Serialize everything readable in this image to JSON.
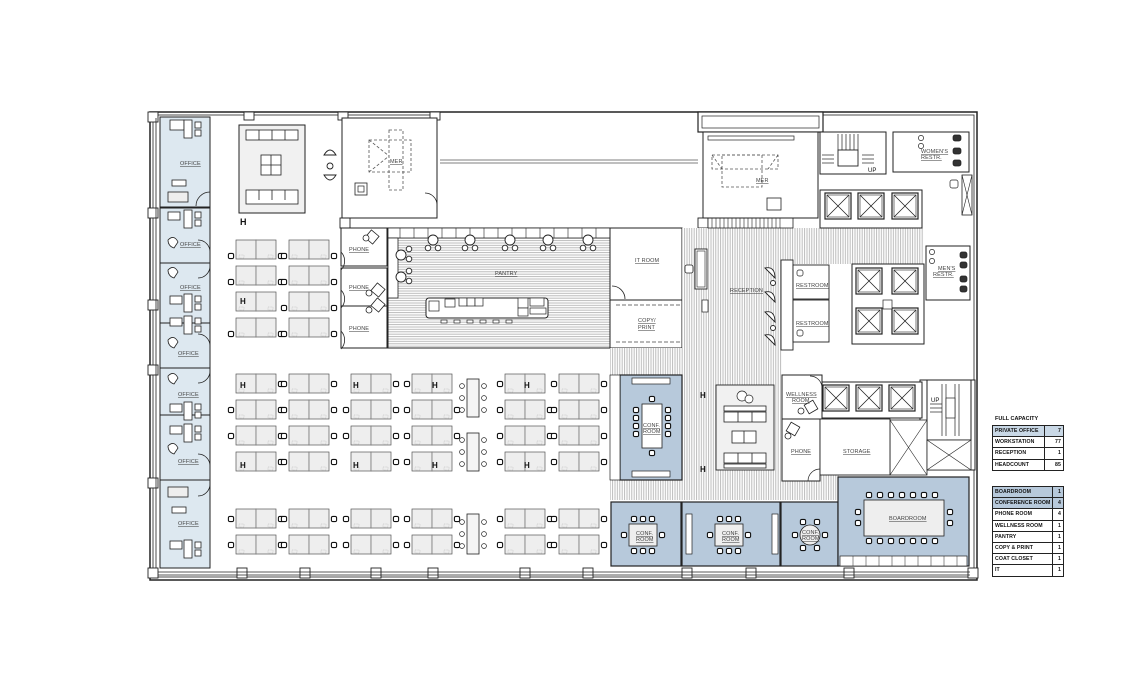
{
  "plan": {
    "colors": {
      "wall": "#222222",
      "office_fill": "#dde8f0",
      "conf_fill": "#b7c9db",
      "hatch": "#b8b8b8",
      "desk_fill": "#eeeeee",
      "highlight": "#c9d8e6"
    },
    "labels": {
      "office": "OFFICE",
      "mer": "MER",
      "phone": "PHONE",
      "pantry": "PANTRY",
      "it_room": "IT ROOM",
      "copy": "COPY/",
      "print": "PRINT",
      "reception": "RECEPTION",
      "restroom": "RESTROOM",
      "womens": "WOMEN'S",
      "mens": "MEN'S",
      "restr": "RESTR.",
      "conf": "CONF.",
      "room": "ROOM",
      "wellness": "WELLNESS",
      "storage": "STORAGE",
      "boardroom": "BOARDROOM",
      "up": "UP"
    }
  },
  "legend": {
    "title": "FULL CAPACITY",
    "capacity": [
      {
        "label": "PRIVATE OFFICE",
        "value": "7",
        "highlight": true
      },
      {
        "label": "WORKSTATION",
        "value": "77",
        "highlight": false
      },
      {
        "label": "RECEPTION",
        "value": "1",
        "highlight": false
      },
      {
        "label": "HEADCOUNT",
        "value": "85",
        "highlight": false
      }
    ],
    "rooms": [
      {
        "label": "BOARDROOM",
        "value": "1",
        "highlight": true
      },
      {
        "label": "CONFERENCE ROOM",
        "value": "4",
        "highlight": true
      },
      {
        "label": "PHONE ROOM",
        "value": "4",
        "highlight": false
      },
      {
        "label": "WELLNESS ROOM",
        "value": "1",
        "highlight": false
      },
      {
        "label": "PANTRY",
        "value": "1",
        "highlight": false
      },
      {
        "label": "COPY & PRINT",
        "value": "1",
        "highlight": false
      },
      {
        "label": "COAT CLOSET",
        "value": "1",
        "highlight": false
      },
      {
        "label": "IT",
        "value": "1",
        "highlight": false
      }
    ]
  }
}
